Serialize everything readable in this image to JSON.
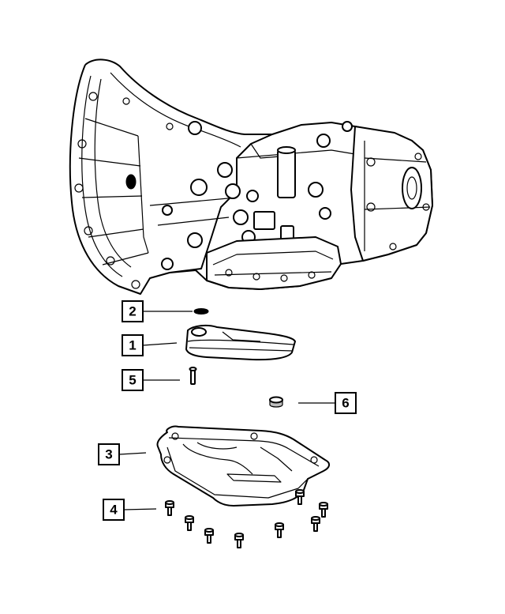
{
  "callouts": [
    {
      "label": "1"
    },
    {
      "label": "2"
    },
    {
      "label": "3"
    },
    {
      "label": "4"
    },
    {
      "label": "5"
    },
    {
      "label": "6"
    }
  ],
  "colors": {
    "line": "#000000",
    "background": "#ffffff",
    "shade": "#bdbdbd"
  }
}
